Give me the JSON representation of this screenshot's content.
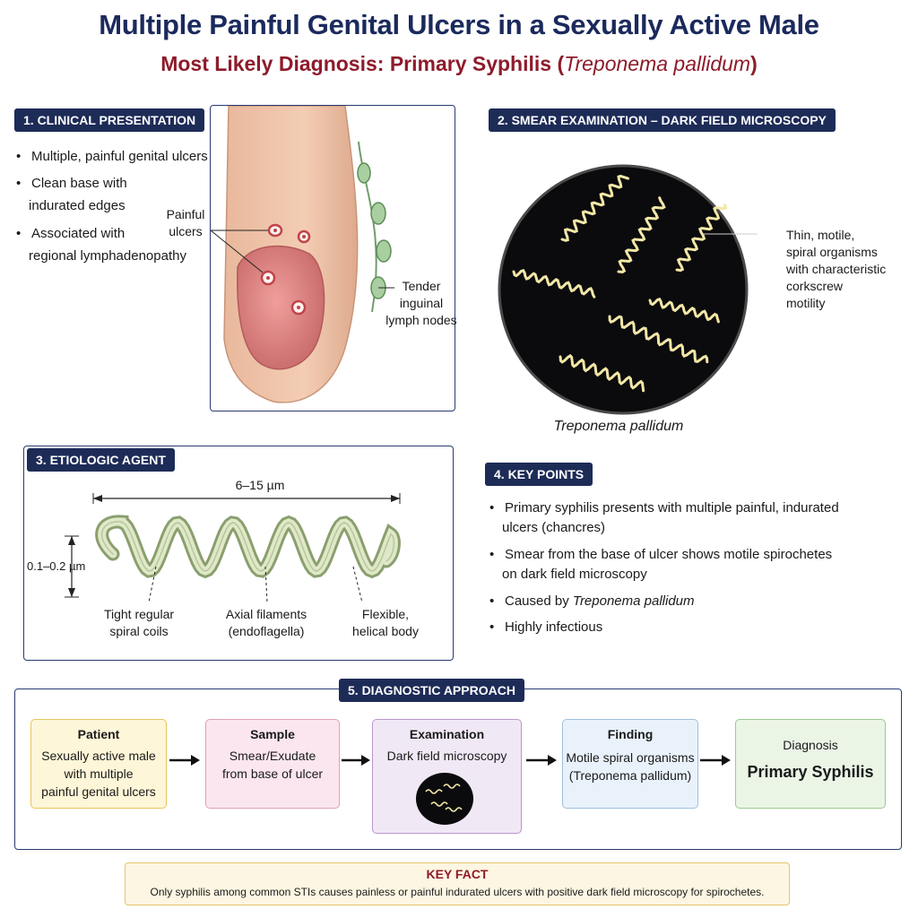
{
  "header": {
    "title": "Multiple Painful Genital Ulcers in a Sexually Active Male",
    "subtitle_prefix": "Most Likely Diagnosis:  Primary Syphilis (",
    "subtitle_italic": "Treponema pallidum",
    "subtitle_suffix": ")"
  },
  "clinical": {
    "label": "1. CLINICAL PRESENTATION",
    "bullets": [
      [
        "Multiple, painful genital ulcers"
      ],
      [
        "Clean base with",
        "indurated edges"
      ],
      [
        "Associated with",
        "regional lymphadenopathy"
      ]
    ],
    "ulcer_label": [
      "Painful",
      "ulcers"
    ],
    "node_label": [
      "Tender",
      "inguinal",
      "lymph nodes"
    ]
  },
  "smear": {
    "label": "2. SMEAR EXAMINATION – DARK FIELD MICROSCOPY",
    "annotation": [
      "Thin, motile,",
      "spiral organisms",
      "with characteristic",
      "corkscrew",
      "motility"
    ],
    "caption": "Treponema pallidum"
  },
  "etiologic": {
    "label": "3. ETIOLOGIC AGENT",
    "length": "6–15 µm",
    "width": "0.1–0.2 µm",
    "callouts": [
      [
        "Tight regular",
        "spiral coils"
      ],
      [
        "Axial filaments",
        "(endoflagella)"
      ],
      [
        "Flexible,",
        "helical body"
      ]
    ]
  },
  "key_points": {
    "label": "4. KEY POINTS",
    "items": [
      [
        "Primary syphilis presents with multiple painful, indurated",
        "ulcers (chancres)"
      ],
      [
        "Smear from the base of ulcer shows motile spirochetes",
        "on dark field microscopy"
      ],
      [
        "Caused by ",
        "Treponema pallidum"
      ],
      [
        "Highly infectious"
      ]
    ]
  },
  "approach": {
    "label": "5. DIAGNOSTIC APPROACH",
    "steps": [
      {
        "title": "Patient",
        "body": [
          "Sexually active male",
          "with multiple",
          "painful genital ulcers"
        ],
        "bg": "#fdf6d8",
        "border": "#e8c65f"
      },
      {
        "title": "Sample",
        "body": [
          "Smear/Exudate",
          "from base of ulcer"
        ],
        "bg": "#fbe6ef",
        "border": "#e0a0b8"
      },
      {
        "title": "Examination",
        "body": [
          "Dark field microscopy"
        ],
        "bg": "#f1e8f6",
        "border": "#b796cc"
      },
      {
        "title": "Finding",
        "body": [
          "Motile spiral organisms",
          "(Treponema pallidum)"
        ],
        "bg": "#e9f2fb",
        "border": "#9fbfe0"
      },
      {
        "title": "Diagnosis",
        "body": [
          "Primary Syphilis"
        ],
        "bg": "#eaf5e6",
        "border": "#9cc98f"
      }
    ]
  },
  "key_fact": {
    "title": "KEY FACT",
    "text": "Only syphilis among common STIs causes painless or painful indurated ulcers with positive dark field microscopy for spirochetes."
  },
  "colors": {
    "navy": "#1d2b57",
    "maroon": "#8e1b2b",
    "spirochete": "#f2e7a6"
  }
}
